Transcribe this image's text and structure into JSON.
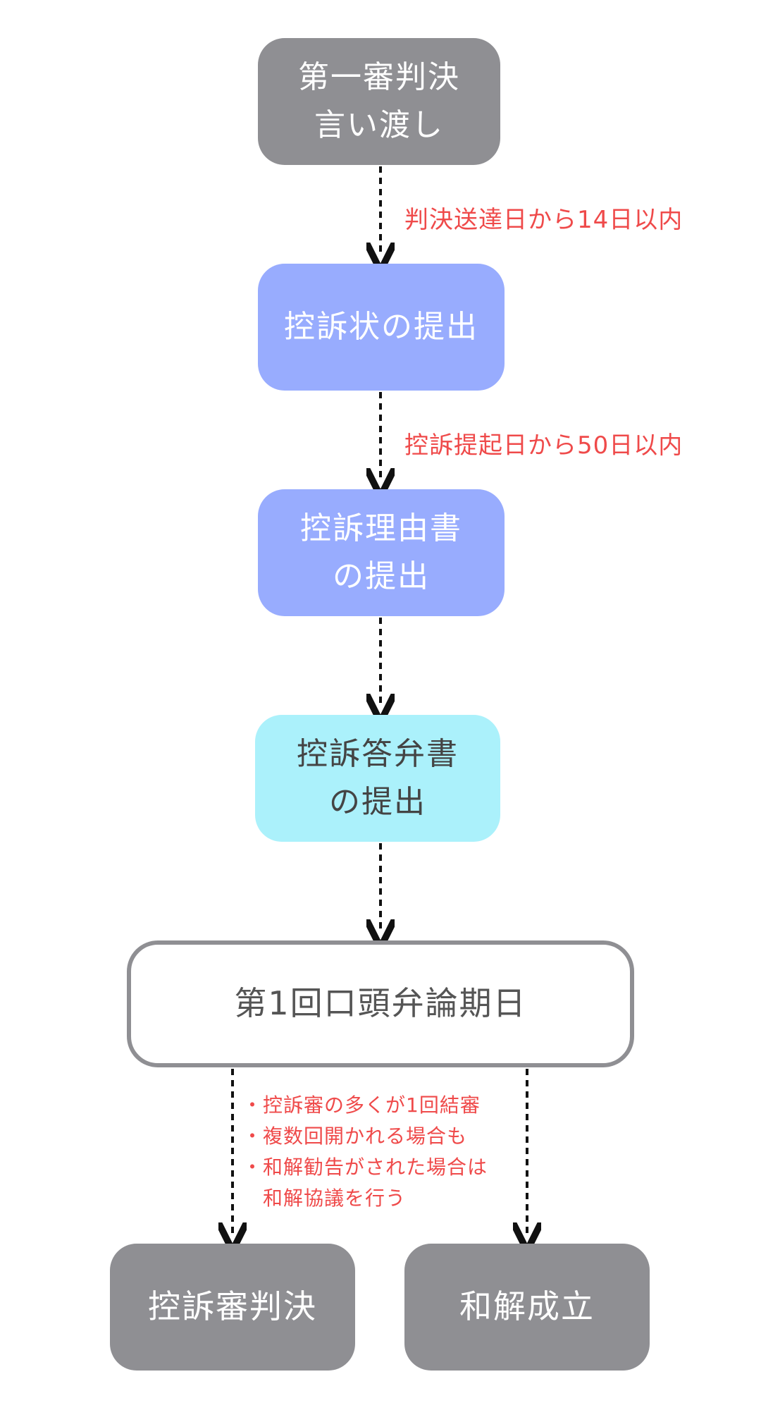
{
  "flow": {
    "step1": {
      "line1": "第一審判決",
      "line2": "言い渡し"
    },
    "step1_note": "判決送達日から14日以内",
    "step2": {
      "line1": "控訴状の提出"
    },
    "step2_note": "控訴提起日から50日以内",
    "step3": {
      "line1": "控訴理由書",
      "line2": "の提出"
    },
    "step4": {
      "line1": "控訴答弁書",
      "line2": "の提出"
    },
    "step5": {
      "line1": "第1回口頭弁論期日"
    },
    "step5_notes": [
      "・控訴審の多くが1回結審",
      "・複数回開かれる場合も",
      "・和解勧告がされた場合は",
      "　和解協議を行う"
    ],
    "outcome_left": {
      "line1": "控訴審判決"
    },
    "outcome_right": {
      "line1": "和解成立"
    }
  },
  "colors": {
    "gray": "#8f8f93",
    "blue": "#98acfe",
    "cyan": "#abf1fb",
    "note_red": "#ef4a4a"
  }
}
